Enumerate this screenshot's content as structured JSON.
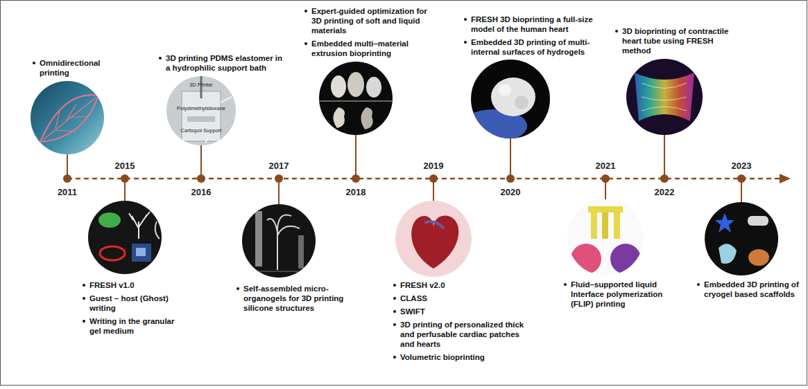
{
  "diagram": {
    "labels": [
      "Omnidirectional printing",
      "2011",
      "FRESH v1.0",
      "Guest – host (Ghost) writing",
      "Writing in the granular gel medium",
      "2015",
      "3D printing PDMS elastomer in a hydrophilic support bath",
      "3D Printer",
      "Polydimethylsiloxane",
      "Carbopol Support",
      "2016",
      "Self-assembled micro-organogels for 3D printing silicone structures",
      "2017",
      "Expert-guided optimization for 3D printing of soft and liquid materials",
      "Embedded multi–material extrusion bioprinting",
      "2018",
      "FRESH v2.0",
      "CLASS",
      "SWIFT",
      "3D printing of personalized thick and perfusable cardiac patches and hearts",
      "Volumetric bioprinting",
      "2019",
      "FRESH 3D bioprinting a full-size model of the human heart",
      "Embedded 3D printing of multi-internal surfaces of hydrogels",
      "2020",
      "Fluid–supported liquid Interface polymerization (FLIP) printing",
      "2021",
      "3D bioprinting of contractile heart tube using FRESH method",
      "2022",
      "Embedded 3D printing of cryogel based scaffolds",
      "2023"
    ]
  }
}
